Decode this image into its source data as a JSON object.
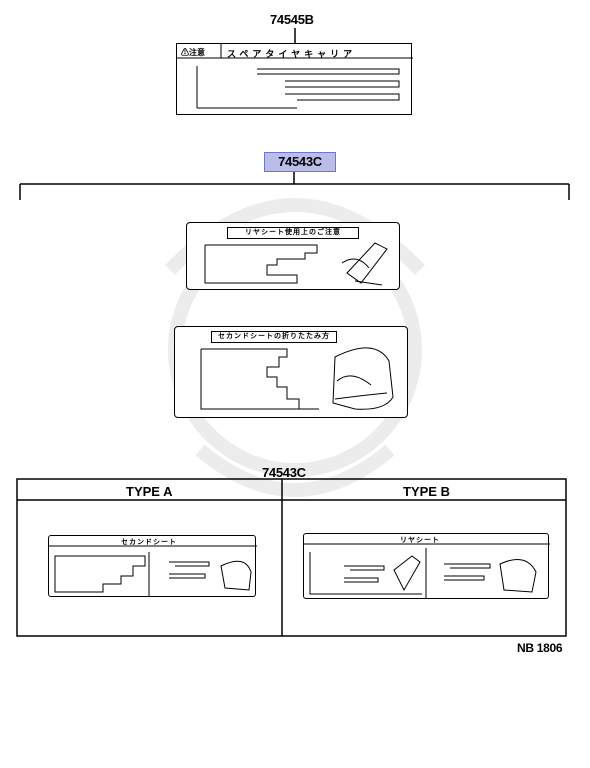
{
  "parts": {
    "top": {
      "number": "74545B",
      "label_title": "スペアタイヤキャリア",
      "caution": "⚠注意"
    },
    "main": {
      "number": "74543C",
      "label1_title": "リヤシート使用上のご注意",
      "label2_title": "セカンドシートの折りたたみ方"
    },
    "table": {
      "number": "74543C",
      "type_a": "TYPE A",
      "type_b": "TYPE B",
      "type_a_label": "セカンドシート",
      "type_b_label": "リヤシート"
    }
  },
  "footer": {
    "code": "NB 1806"
  },
  "colors": {
    "highlight": "#b9bde8",
    "highlight_border": "#6f76c8"
  }
}
